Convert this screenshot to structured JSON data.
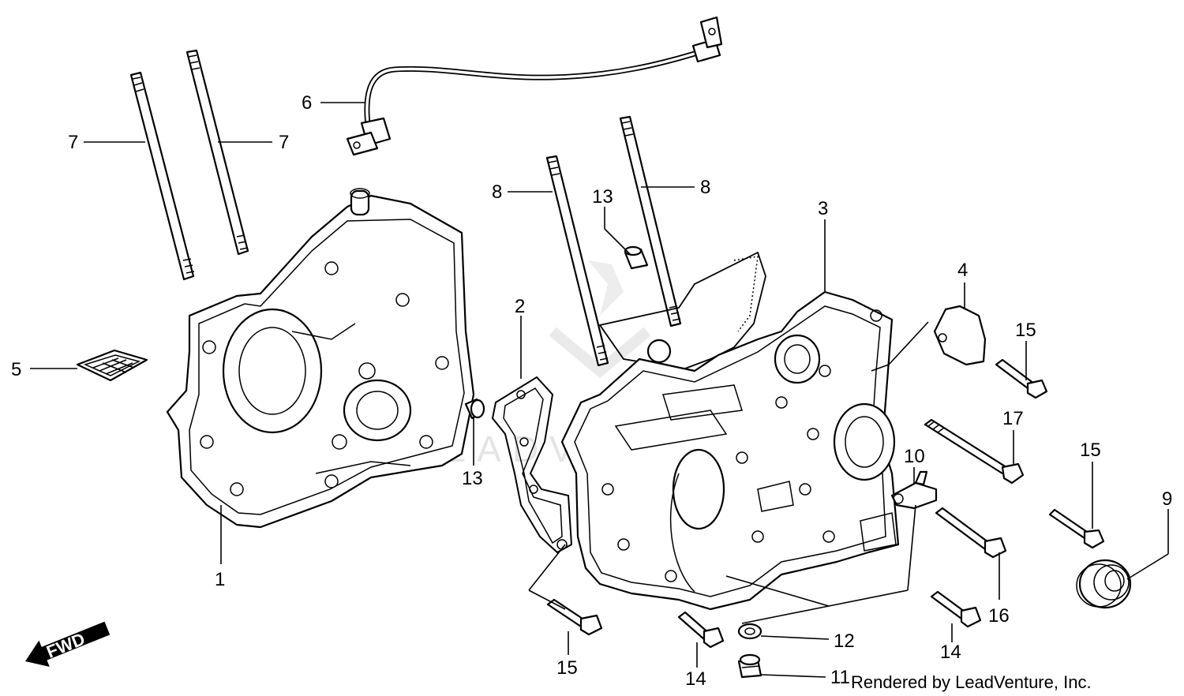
{
  "diagram": {
    "parts": [
      {
        "id": "crankcase-left",
        "callout": "1"
      },
      {
        "id": "gasket",
        "callout": "2"
      },
      {
        "id": "crankcase-right",
        "callout": "3"
      },
      {
        "id": "plate",
        "callout": "4"
      },
      {
        "id": "screen",
        "callout": "5"
      },
      {
        "id": "cable",
        "callout": "6"
      },
      {
        "id": "stud-bolt-a",
        "callout": "7"
      },
      {
        "id": "stud-bolt-b",
        "callout": "7"
      },
      {
        "id": "stud-bolt-c",
        "callout": "8"
      },
      {
        "id": "stud-bolt-d",
        "callout": "8"
      },
      {
        "id": "oil-seal",
        "callout": "9"
      },
      {
        "id": "clamp",
        "callout": "10"
      },
      {
        "id": "drain-bolt",
        "callout": "11"
      },
      {
        "id": "washer",
        "callout": "12"
      },
      {
        "id": "dowel-pin-a",
        "callout": "13"
      },
      {
        "id": "dowel-pin-b",
        "callout": "13"
      },
      {
        "id": "bolt-14-a",
        "callout": "14"
      },
      {
        "id": "bolt-14-b",
        "callout": "14"
      },
      {
        "id": "bolt-15-a",
        "callout": "15"
      },
      {
        "id": "bolt-15-b",
        "callout": "15"
      },
      {
        "id": "bolt-15-c",
        "callout": "15"
      },
      {
        "id": "bolt-16",
        "callout": "16"
      },
      {
        "id": "bolt-17",
        "callout": "17"
      }
    ],
    "fwd_label": "FWD",
    "credit": "Rendered by LeadVenture, Inc.",
    "watermark": "LEADVENTURE"
  }
}
